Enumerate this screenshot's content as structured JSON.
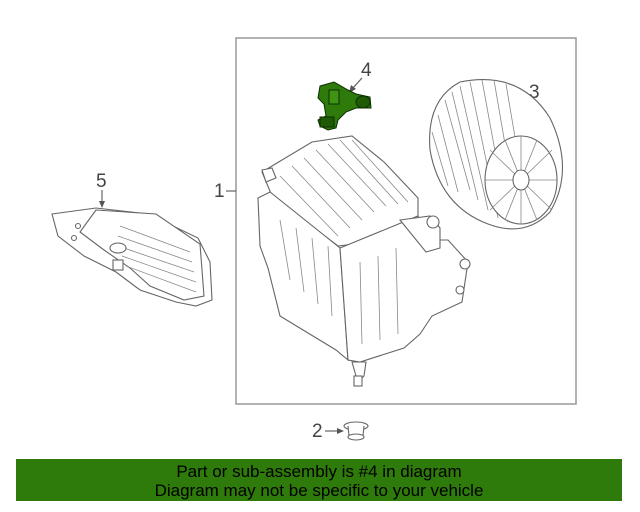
{
  "callouts": {
    "c1": "1",
    "c2": "2",
    "c3": "3",
    "c4": "4",
    "c5": "5"
  },
  "banner": {
    "line1": "Part or sub-assembly is #4 in diagram",
    "line2": "Diagram may not be specific to your vehicle"
  },
  "colors": {
    "highlight_part": "#2e7a0a",
    "banner_bg": "#2e7a0a"
  },
  "icons": {
    "highlighted_part": "sensor-icon"
  }
}
